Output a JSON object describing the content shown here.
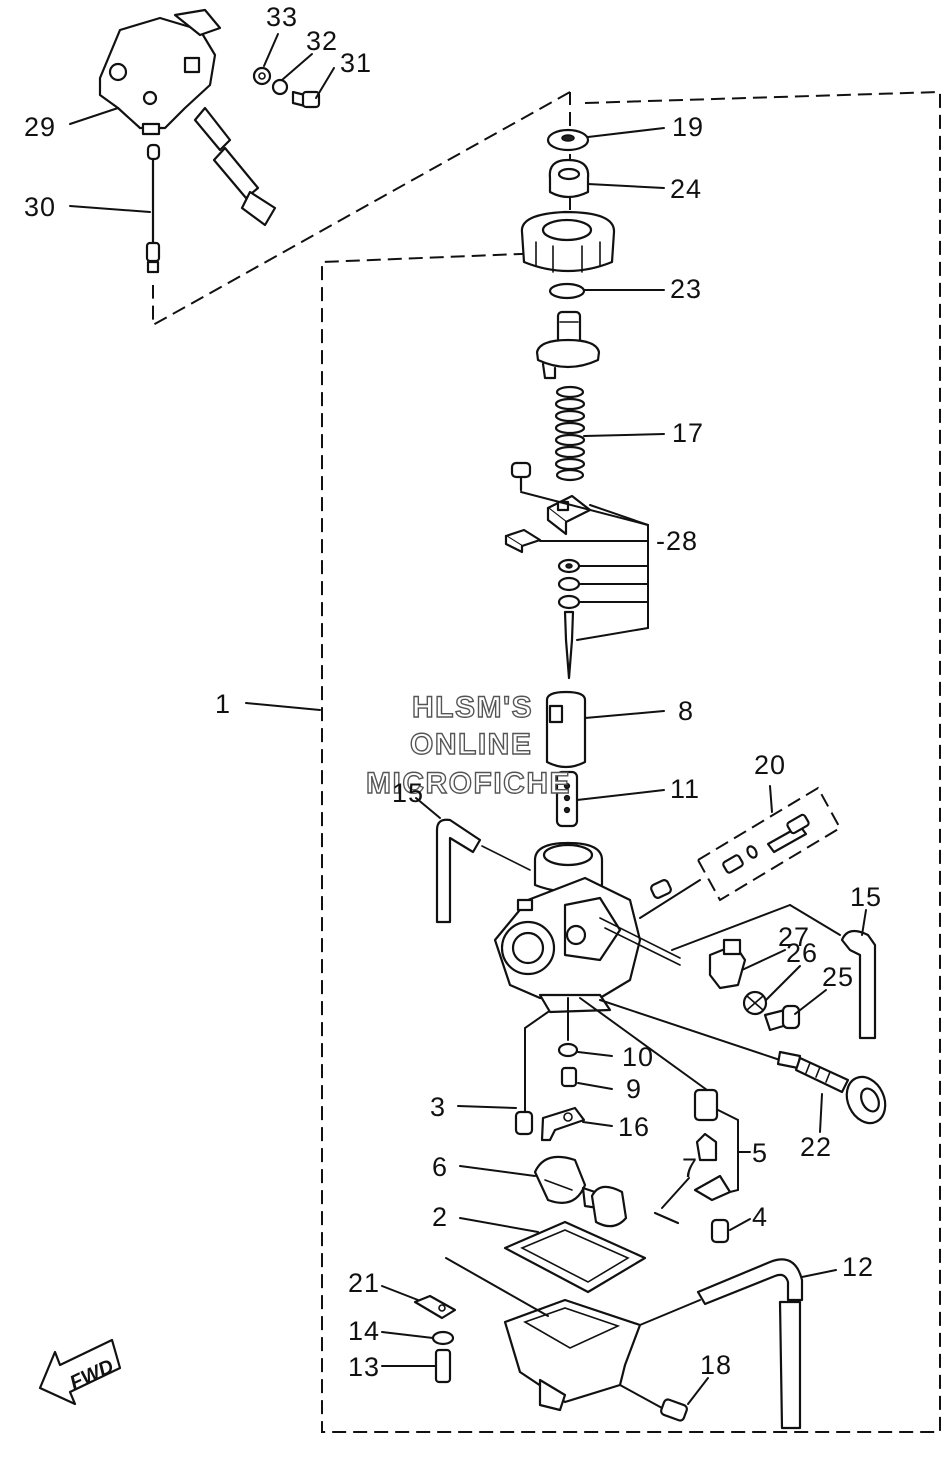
{
  "diagram": {
    "watermark": [
      "HLSM'S",
      "ONLINE",
      "MICROFICHE"
    ],
    "direction_arrow": "FWD",
    "callouts": {
      "c1": "1",
      "c2": "2",
      "c3": "3",
      "c4": "4",
      "c5": "5",
      "c6": "6",
      "c7": "7",
      "c8": "8",
      "c9": "9",
      "c10": "10",
      "c11": "11",
      "c12": "12",
      "c13": "13",
      "c14": "14",
      "c15a": "15",
      "c15b": "15",
      "c16": "16",
      "c17": "17",
      "c18": "18",
      "c19": "19",
      "c20": "20",
      "c21": "21",
      "c22": "22",
      "c23": "23",
      "c24": "24",
      "c25": "25",
      "c26": "26",
      "c27": "27",
      "c28": "-28",
      "c29": "29",
      "c30": "30",
      "c31": "31",
      "c32": "32",
      "c33": "33"
    }
  }
}
